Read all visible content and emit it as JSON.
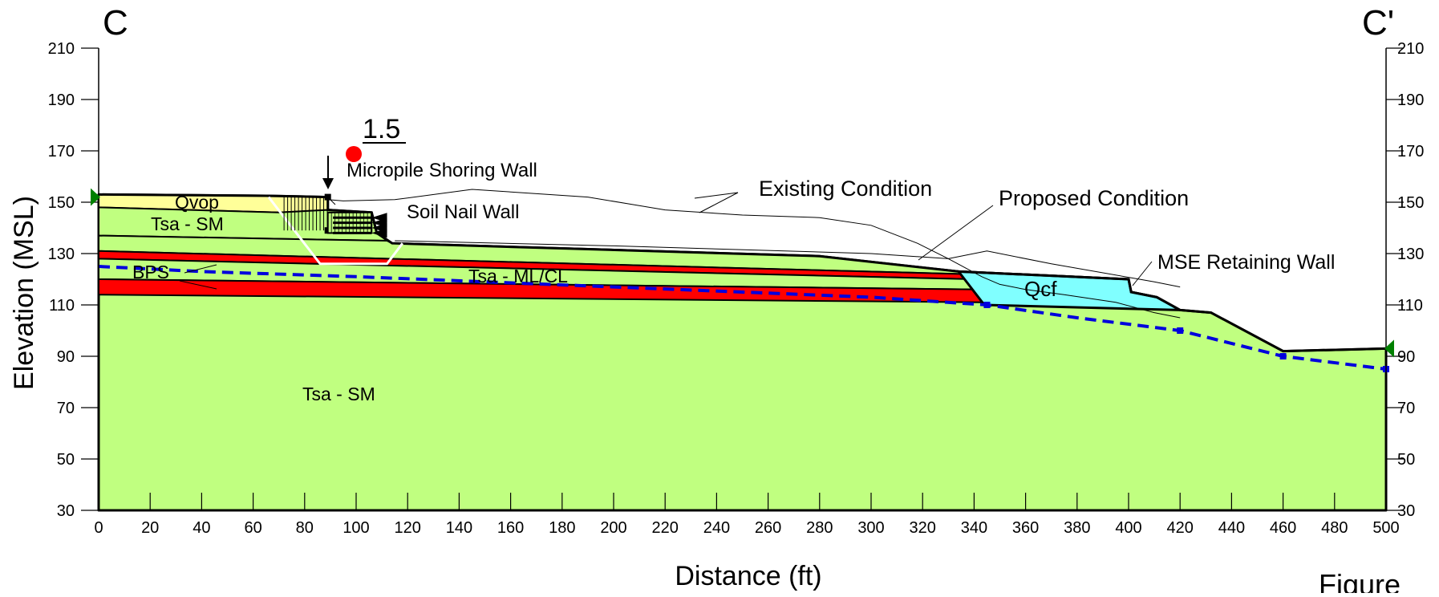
{
  "section": {
    "left_label": "C",
    "right_label": "C'"
  },
  "factor_of_safety": "1.5",
  "axes": {
    "x_title": "Distance (ft)",
    "y_title": "Elevation (MSL)",
    "x_ticks": [
      0,
      20,
      40,
      60,
      80,
      100,
      120,
      140,
      160,
      180,
      200,
      220,
      240,
      260,
      280,
      300,
      320,
      340,
      360,
      380,
      400,
      420,
      440,
      460,
      480,
      500
    ],
    "y_ticks": [
      30,
      50,
      70,
      90,
      110,
      130,
      150,
      170,
      190,
      210
    ],
    "x_range": [
      0,
      500
    ],
    "y_range": [
      30,
      210
    ]
  },
  "labels": {
    "qvop": "Qvop",
    "tsa_sm_upper": "Tsa - SM",
    "bps": "BPS",
    "tsa_ml_cl": "Tsa - ML/CL",
    "qcf": "Qcf",
    "tsa_sm_lower": "Tsa - SM",
    "micropile": "Micropile Shoring Wall",
    "soil_nail": "Soil Nail Wall",
    "existing": "Existing Condition",
    "proposed": "Proposed Condition",
    "mse": "MSE Retaining Wall",
    "figure_caption_fragment": "Figure"
  },
  "colors": {
    "tsa_sm": "#c0ff80",
    "qvop": "#ffff99",
    "bps": "#ff0000",
    "qcf": "#80ffff",
    "water_table": "#0000dd",
    "fs_marker": "#ff0000",
    "edge_marker": "#008000"
  },
  "geometry": {
    "ground_surface": [
      [
        0,
        153
      ],
      [
        65,
        152.5
      ],
      [
        89,
        152
      ],
      [
        89,
        147
      ],
      [
        106,
        146
      ],
      [
        108,
        138
      ],
      [
        114,
        134
      ],
      [
        280,
        129
      ],
      [
        334,
        123
      ],
      [
        400,
        120
      ],
      [
        401,
        115
      ],
      [
        411,
        113
      ],
      [
        420,
        108
      ],
      [
        432,
        107
      ],
      [
        460,
        92
      ],
      [
        500,
        93
      ]
    ],
    "qvop": [
      [
        0,
        153
      ],
      [
        65,
        152.5
      ],
      [
        89,
        152
      ],
      [
        89,
        147
      ],
      [
        70,
        146
      ],
      [
        0,
        148
      ]
    ],
    "tsa_upper": [
      [
        0,
        148
      ],
      [
        70,
        146
      ],
      [
        89,
        147
      ],
      [
        106,
        146
      ],
      [
        108,
        138
      ],
      [
        112,
        135
      ],
      [
        0,
        137
      ]
    ],
    "green_band": [
      [
        0,
        137
      ],
      [
        112,
        135
      ],
      [
        114,
        134
      ],
      [
        280,
        129
      ],
      [
        334,
        123
      ],
      [
        337,
        122
      ],
      [
        0,
        131
      ]
    ],
    "red_upper": [
      [
        0,
        131
      ],
      [
        337,
        122
      ],
      [
        340,
        120
      ],
      [
        0,
        128
      ]
    ],
    "tsa_ml_cl": [
      [
        0,
        128
      ],
      [
        340,
        120
      ],
      [
        342,
        116
      ],
      [
        342,
        116
      ],
      [
        0,
        120
      ]
    ],
    "red_lower": [
      [
        0,
        120
      ],
      [
        342,
        116
      ],
      [
        344,
        112
      ],
      [
        0,
        114
      ]
    ],
    "red_lower_b": [
      [
        0,
        120
      ],
      [
        342,
        116
      ],
      [
        344,
        112
      ],
      [
        345,
        111
      ],
      [
        0,
        114
      ]
    ],
    "qcf": [
      [
        334,
        123
      ],
      [
        400,
        120
      ],
      [
        401,
        115
      ],
      [
        411,
        113
      ],
      [
        420,
        108
      ],
      [
        344,
        110
      ]
    ],
    "existing_surface": [
      [
        89,
        151
      ],
      [
        95,
        150.5
      ],
      [
        115,
        151
      ],
      [
        145,
        155
      ],
      [
        190,
        152
      ],
      [
        220,
        147
      ],
      [
        250,
        145
      ],
      [
        280,
        144
      ],
      [
        300,
        141
      ],
      [
        318,
        134
      ],
      [
        330,
        128
      ],
      [
        343,
        121
      ],
      [
        350,
        118
      ],
      [
        360,
        116
      ],
      [
        375,
        114
      ],
      [
        395,
        111
      ],
      [
        410,
        107
      ],
      [
        420,
        105
      ]
    ],
    "existing_upper": [
      [
        115,
        135
      ],
      [
        200,
        133
      ],
      [
        300,
        130
      ],
      [
        330,
        128
      ],
      [
        345,
        131
      ],
      [
        370,
        126
      ],
      [
        410,
        119
      ],
      [
        420,
        117
      ]
    ],
    "water_table": [
      [
        0,
        125
      ],
      [
        40,
        123
      ],
      [
        100,
        121
      ],
      [
        200,
        117
      ],
      [
        300,
        113
      ],
      [
        345,
        110
      ],
      [
        380,
        105
      ],
      [
        420,
        100
      ],
      [
        460,
        90
      ],
      [
        500,
        85
      ]
    ],
    "excavation": [
      [
        66,
        152
      ],
      [
        86,
        126
      ],
      [
        112,
        126
      ],
      [
        118,
        134
      ]
    ]
  }
}
